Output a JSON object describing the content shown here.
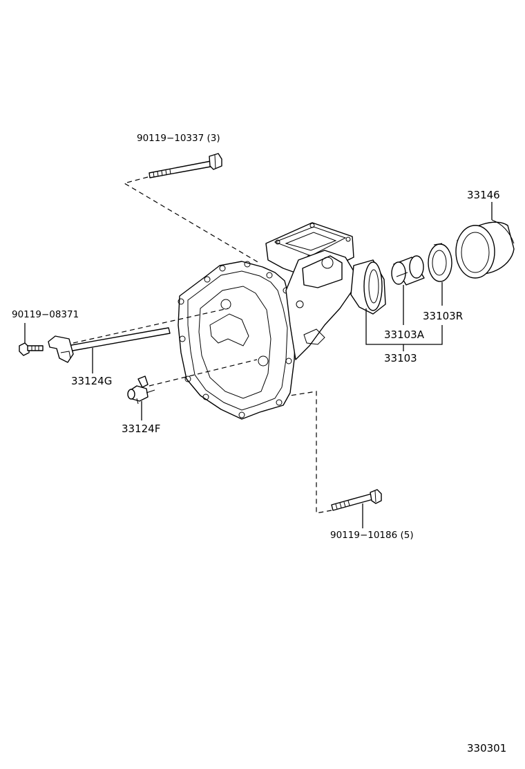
{
  "labels": {
    "bolt_top": "90119−10337 (3)",
    "bolt_left": "90119−08371",
    "bolt_bottom": "90119−10186 (5)",
    "p33146": "33146",
    "p33103R": "33103R",
    "p33103A": "33103A",
    "p33103": "33103",
    "p33124G": "33124G",
    "p33124F": "33124F",
    "ref": "330301"
  }
}
